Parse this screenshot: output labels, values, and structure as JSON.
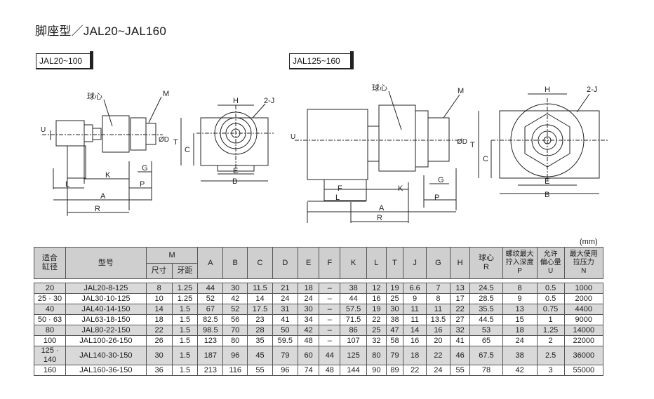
{
  "title": "脚座型／JAL20~JAL160",
  "labels": {
    "small": "JAL20~100",
    "large": "JAL125~160"
  },
  "diagram": {
    "ball_center": "球心",
    "M": "M",
    "U": "U",
    "D": "ØD",
    "G": "G",
    "K": "K",
    "L": "L",
    "P": "P",
    "A": "A",
    "R": "R",
    "H": "H",
    "J": "2-J",
    "T": "T",
    "C": "C",
    "E": "E",
    "B": "B",
    "F": "F"
  },
  "unit": "(mm)",
  "table": {
    "headers": {
      "bore": "适合\n缸径",
      "model": "型号",
      "M": "M",
      "M_size": "尺寸",
      "M_pitch": "牙距",
      "A": "A",
      "B": "B",
      "C": "C",
      "D": "D",
      "E": "E",
      "F": "F",
      "K": "K",
      "L": "L",
      "T": "T",
      "J": "J",
      "G": "G",
      "H": "H",
      "R": "球心\nR",
      "P": "螺纹最大\n拧入深度\nP",
      "U": "允许\n偏心量\nU",
      "N": "最大使用\n拉压力\nN"
    },
    "rows": [
      [
        "20",
        "JAL20-8-125",
        "8",
        "1.25",
        "44",
        "30",
        "11.5",
        "21",
        "18",
        "–",
        "38",
        "12",
        "19",
        "6.6",
        "7",
        "13",
        "24.5",
        "8",
        "0.5",
        "1000"
      ],
      [
        "25 · 30",
        "JAL30-10-125",
        "10",
        "1.25",
        "52",
        "42",
        "14",
        "24",
        "24",
        "–",
        "44",
        "16",
        "25",
        "9",
        "8",
        "17",
        "28.5",
        "9",
        "0.5",
        "2000"
      ],
      [
        "40",
        "JAL40-14-150",
        "14",
        "1.5",
        "67",
        "52",
        "17.5",
        "31",
        "30",
        "–",
        "57.5",
        "19",
        "30",
        "11",
        "11",
        "22",
        "35.5",
        "13",
        "0.75",
        "4400"
      ],
      [
        "50 · 63",
        "JAL63-18-150",
        "18",
        "1.5",
        "82.5",
        "56",
        "23",
        "41",
        "34",
        "–",
        "71.5",
        "22",
        "38",
        "11",
        "13.5",
        "27",
        "44.5",
        "15",
        "1",
        "9000"
      ],
      [
        "80",
        "JAL80-22-150",
        "22",
        "1.5",
        "98.5",
        "70",
        "28",
        "50",
        "42",
        "–",
        "86",
        "25",
        "47",
        "14",
        "16",
        "32",
        "53",
        "18",
        "1.25",
        "14000"
      ],
      [
        "100",
        "JAL100-26-150",
        "26",
        "1.5",
        "123",
        "80",
        "35",
        "59.5",
        "48",
        "–",
        "107",
        "32",
        "58",
        "16",
        "20",
        "41",
        "65",
        "24",
        "2",
        "22000"
      ],
      [
        "125 · 140",
        "JAL140-30-150",
        "30",
        "1.5",
        "187",
        "96",
        "45",
        "79",
        "60",
        "44",
        "125",
        "80",
        "79",
        "18",
        "22",
        "46",
        "67.5",
        "38",
        "2.5",
        "36000"
      ],
      [
        "160",
        "JAL160-36-150",
        "36",
        "1.5",
        "213",
        "116",
        "55",
        "96",
        "74",
        "48",
        "144",
        "90",
        "89",
        "22",
        "24",
        "55",
        "78",
        "42",
        "3",
        "55000"
      ]
    ]
  }
}
